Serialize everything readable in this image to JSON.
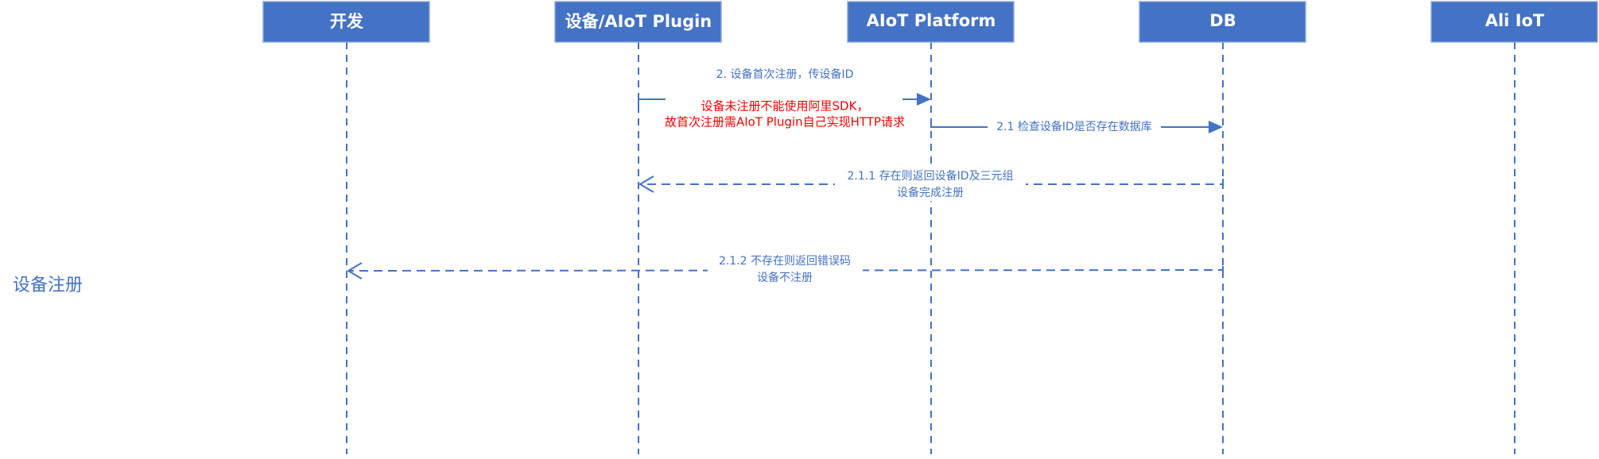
{
  "participants": [
    {
      "id": "dev",
      "label": "开发"
    },
    {
      "id": "plugin",
      "label": "设备/AIoT Plugin"
    },
    {
      "id": "platform",
      "label": "AIoT Platform"
    },
    {
      "id": "db",
      "label": "DB"
    },
    {
      "id": "aliiot",
      "label": "Ali IoT"
    }
  ],
  "section_label": "设备注册",
  "messages": [
    {
      "id": "m2",
      "lines": [
        "2. 设备首次注册，传设备ID"
      ]
    },
    {
      "id": "m21",
      "lines": [
        "2.1 检查设备ID是否存在数据库"
      ]
    },
    {
      "id": "m211",
      "lines": [
        "2.1.1 存在则返回设备ID及三元组",
        "设备完成注册"
      ]
    },
    {
      "id": "m212",
      "lines": [
        "2.1.2 不存在则返回错误码",
        "设备不注册"
      ]
    }
  ],
  "note": {
    "lines": [
      "设备未注册不能使用阿里SDK，",
      "故首次注册需AIoT Plugin自己实现HTTP请求"
    ]
  },
  "colors": {
    "participant_fill": "#4472c4",
    "line": "#4472c4",
    "note_text": "#ff0000"
  }
}
